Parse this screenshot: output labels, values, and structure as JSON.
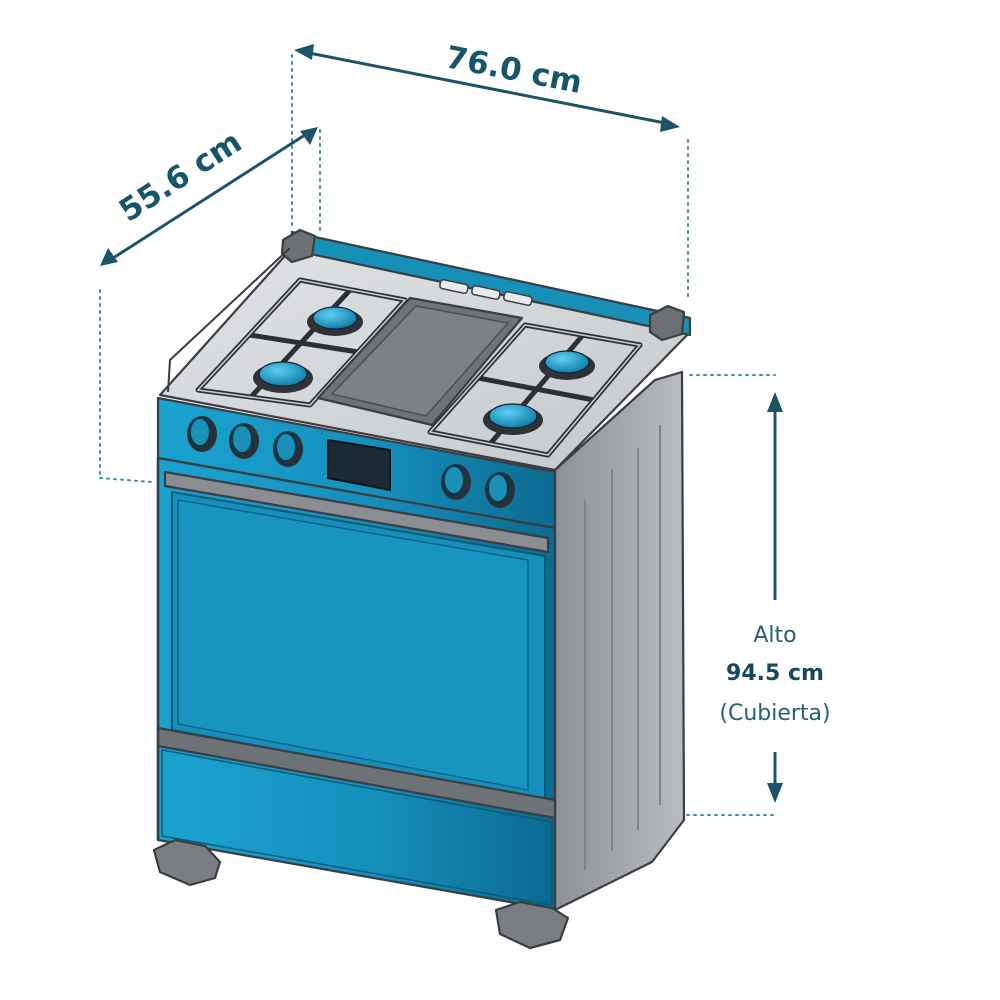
{
  "dimensions": {
    "width_label": "76.0 cm",
    "depth_label": "55.6 cm",
    "height_title": "Alto",
    "height_value": "94.5 cm",
    "height_note": "(Cubierta)"
  },
  "colors": {
    "body_blue": "#1790b8",
    "body_blue_dark": "#0d6d93",
    "side_gray": "#a9acb0",
    "top_gray": "#d4d7da",
    "dimension_text": "#17556a",
    "guide_dots": "#3f8ea6"
  },
  "icons": [
    "burner-icon",
    "knob-icon",
    "grate-icon"
  ]
}
